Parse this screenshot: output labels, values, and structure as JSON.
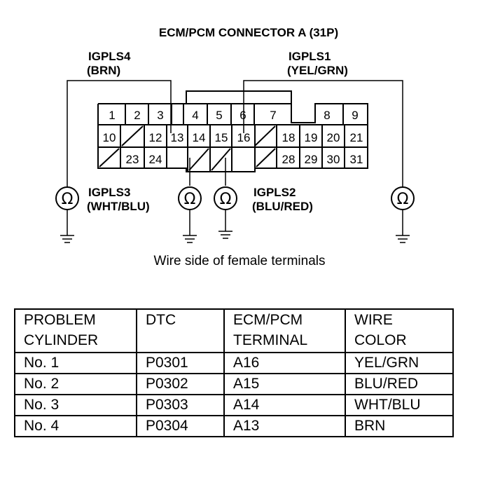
{
  "diagram": {
    "title": "ECM/PCM CONNECTOR A (31P)",
    "caption": "Wire side of female terminals",
    "labels": {
      "igpls4_name": "IGPLS4",
      "igpls4_color": "(BRN)",
      "igpls1_name": "IGPLS1",
      "igpls1_color": "(YEL/GRN)",
      "igpls3_name": "IGPLS3",
      "igpls3_color": "(WHT/BLU)",
      "igpls2_name": "IGPLS2",
      "igpls2_color": "(BLU/RED)"
    },
    "meter_symbol": "Ω",
    "connector": {
      "row1": [
        "1",
        "2",
        "3",
        "4",
        "5",
        "6",
        "7",
        "8",
        "9"
      ],
      "row2": [
        "10",
        "12",
        "13",
        "14",
        "15",
        "16",
        "18",
        "19",
        "20",
        "21"
      ],
      "row3": [
        "23",
        "24",
        "28",
        "29",
        "30",
        "31"
      ]
    }
  },
  "table": {
    "headers": [
      [
        "PROBLEM",
        "CYLINDER"
      ],
      [
        "DTC",
        ""
      ],
      [
        "ECM/PCM",
        "TERMINAL"
      ],
      [
        "WIRE",
        "COLOR"
      ]
    ],
    "rows": [
      [
        "No. 1",
        "P0301",
        "A16",
        "YEL/GRN"
      ],
      [
        "No. 2",
        "P0302",
        "A15",
        "BLU/RED"
      ],
      [
        "No. 3",
        "P0303",
        "A14",
        "WHT/BLU"
      ],
      [
        "No. 4",
        "P0304",
        "A13",
        "BRN"
      ]
    ]
  }
}
